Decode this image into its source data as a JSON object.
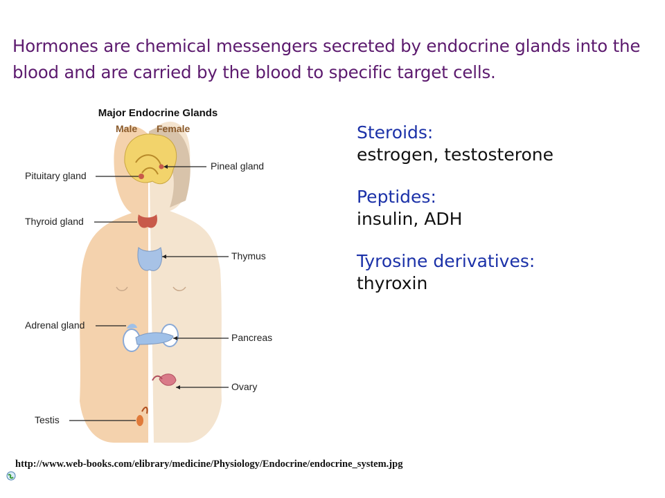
{
  "intro": "Hormones are chemical messengers secreted by endocrine glands into the blood and are carried by the blood to specific target cells.",
  "figure": {
    "title": "Major Endocrine Glands",
    "male_label": "Male",
    "female_label": "Female",
    "glands": {
      "pituitary": "Pituitary gland",
      "thyroid": "Thyroid gland",
      "adrenal": "Adrenal gland",
      "testis": "Testis",
      "pineal": "Pineal gland",
      "thymus": "Thymus",
      "pancreas": "Pancreas",
      "ovary": "Ovary"
    }
  },
  "categories": [
    {
      "title": "Steroids:",
      "items": "estrogen, testosterone"
    },
    {
      "title": "Peptides:",
      "items": "insulin, ADH"
    },
    {
      "title": "Tyrosine derivatives:",
      "items": "thyroxin"
    }
  ],
  "source_url": "http://www.web-books.com/elibrary/medicine/Physiology/Endocrine/endocrine_system.jpg",
  "colors": {
    "intro_text": "#5c1a6e",
    "category_title": "#1b31a8",
    "skin_male": "#f4d2ad",
    "skin_female": "#f4e4cf",
    "brain": "#f2d36b",
    "thyroid": "#c85a4a",
    "thymus": "#a7c2e6",
    "pancreas": "#9fc0e8"
  },
  "icons": [
    "globe-icon"
  ]
}
